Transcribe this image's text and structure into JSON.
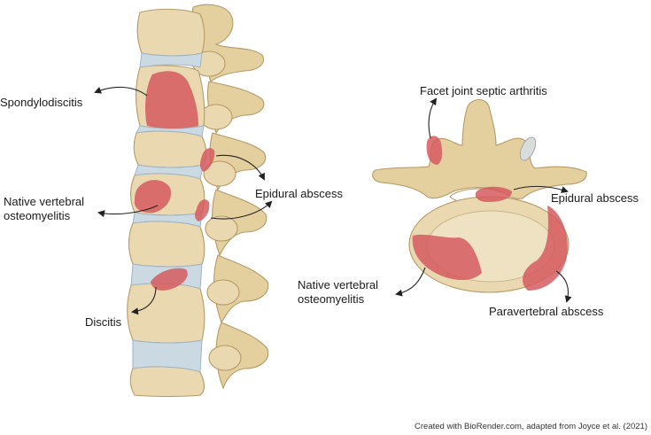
{
  "labels": {
    "spondylodiscitis": "Spondylodiscitis",
    "native_vertebral_left_1": "Native vertebral",
    "native_vertebral_left_2": "osteomyelitis",
    "epidural_left": "Epidural abscess",
    "discitis": "Discitis",
    "facet_joint": "Facet joint septic arthritis",
    "epidural_right": "Epidural abscess",
    "native_vertebral_right_1": "Native vertebral",
    "native_vertebral_right_2": "osteomyelitis",
    "paravertebral": "Paravertebral abscess"
  },
  "credit": "Created with BioRender.com, adapted from Joyce et al. (2021)",
  "colors": {
    "bone": "#ead8b0",
    "bone_outline": "#b69a66",
    "disc": "#cbd9e2",
    "lesion": "#d55b5f",
    "text": "#1a1a1a"
  }
}
